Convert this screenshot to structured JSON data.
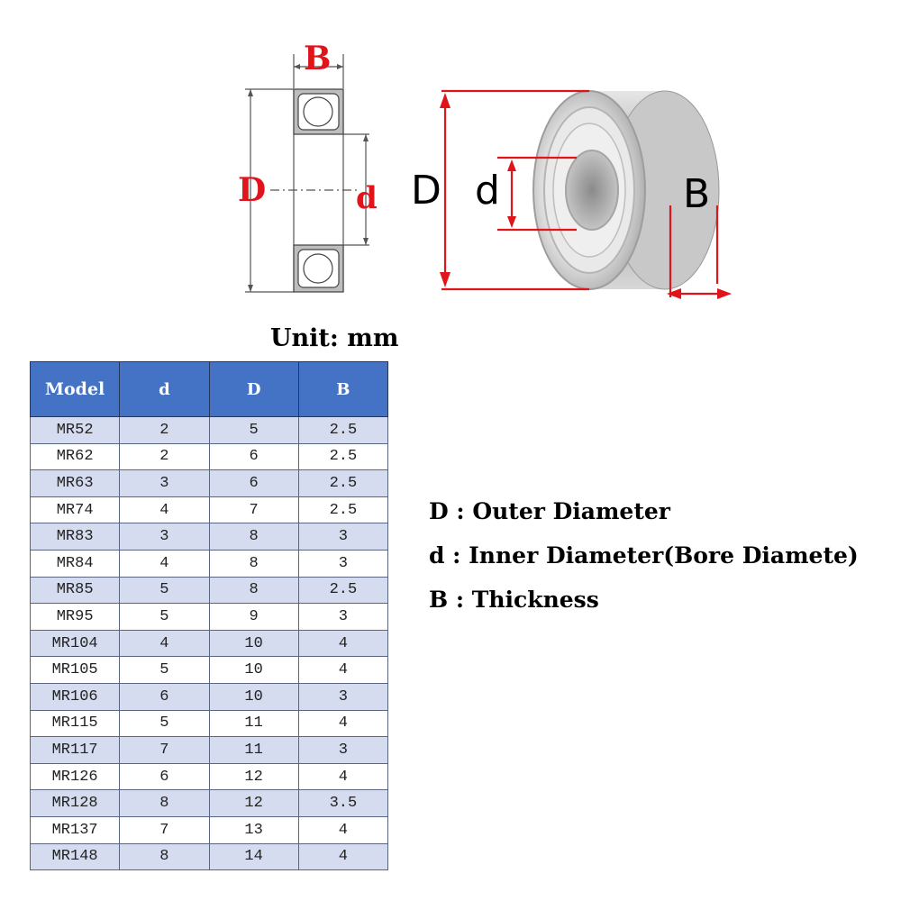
{
  "diagram_left": {
    "width_label": "B",
    "outer_label": "D",
    "inner_label": "d"
  },
  "diagram_right": {
    "outer_label": "D",
    "inner_label": "d",
    "width_label": "B"
  },
  "unit": "Unit: mm",
  "table": {
    "headers": [
      "Model",
      "d",
      "D",
      "B"
    ],
    "rows": [
      [
        "MR52",
        "2",
        "5",
        "2.5"
      ],
      [
        "MR62",
        "2",
        "6",
        "2.5"
      ],
      [
        "MR63",
        "3",
        "6",
        "2.5"
      ],
      [
        "MR74",
        "4",
        "7",
        "2.5"
      ],
      [
        "MR83",
        "3",
        "8",
        "3"
      ],
      [
        "MR84",
        "4",
        "8",
        "3"
      ],
      [
        "MR85",
        "5",
        "8",
        "2.5"
      ],
      [
        "MR95",
        "5",
        "9",
        "3"
      ],
      [
        "MR104",
        "4",
        "10",
        "4"
      ],
      [
        "MR105",
        "5",
        "10",
        "4"
      ],
      [
        "MR106",
        "6",
        "10",
        "3"
      ],
      [
        "MR115",
        "5",
        "11",
        "4"
      ],
      [
        "MR117",
        "7",
        "11",
        "3"
      ],
      [
        "MR126",
        "6",
        "12",
        "4"
      ],
      [
        "MR128",
        "8",
        "12",
        "3.5"
      ],
      [
        "MR137",
        "7",
        "13",
        "4"
      ],
      [
        "MR148",
        "8",
        "14",
        "4"
      ]
    ]
  },
  "legend": [
    "D : Outer Diameter",
    "d : Inner Diameter(Bore Diamete)",
    "B : Thickness"
  ],
  "colors": {
    "accent_red": "#e0141b",
    "header_blue": "#4472c4",
    "row_stripe": "#d6dcef"
  }
}
